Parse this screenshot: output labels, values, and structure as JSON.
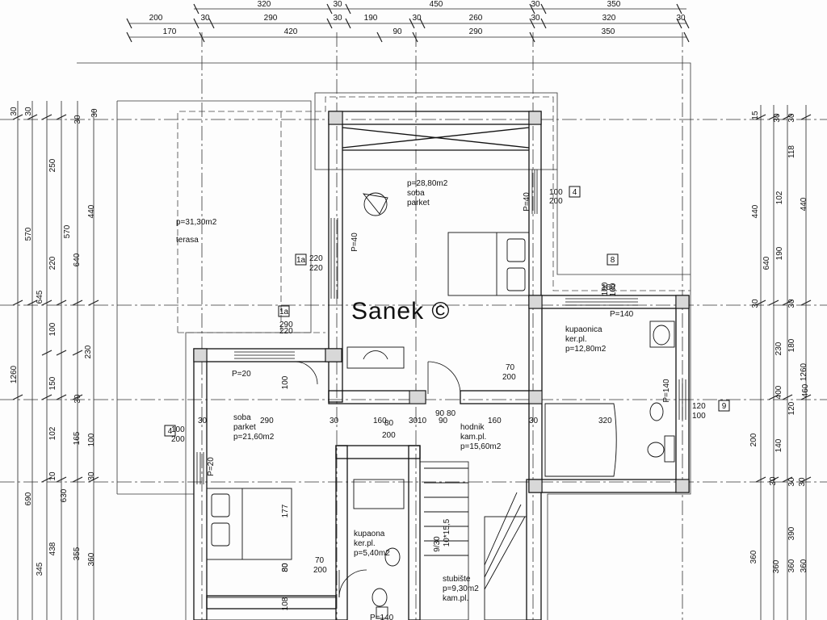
{
  "dimensions": {
    "top": {
      "row1": [
        "320",
        "30",
        "450",
        "30",
        "350"
      ],
      "row2": [
        "200",
        "30",
        "290",
        "30",
        "190",
        "30",
        "260",
        "30",
        "320",
        "30"
      ],
      "row3": [
        "170",
        "420",
        "90",
        "290",
        "350"
      ]
    },
    "left": {
      "col1": [
        "30",
        "30",
        "570",
        "1260",
        "690",
        "345"
      ],
      "col2": [
        "250",
        "220",
        "645",
        "100",
        "150",
        "102",
        "10",
        "630",
        "438"
      ],
      "col3": [
        "30",
        "570",
        "640",
        "230",
        "30",
        "165",
        "355"
      ],
      "col4": [
        "30",
        "440",
        "100",
        "30",
        "360"
      ]
    },
    "right": {
      "col1": [
        "15",
        "440",
        "640",
        "30",
        "360"
      ],
      "col2": [
        "30",
        "102",
        "190",
        "230",
        "400",
        "140",
        "200",
        "30",
        "360"
      ],
      "col3": [
        "30",
        "118",
        "30",
        "180",
        "120",
        "30",
        "390",
        "360"
      ],
      "col4": [
        "440",
        "1260",
        "460",
        "30",
        "360"
      ]
    }
  },
  "rooms": [
    {
      "area": "p=28,80m2",
      "name": "soba",
      "floor": "parket"
    },
    {
      "area": "p=31,30m2",
      "name": "terasa"
    },
    {
      "name": "kupaonica",
      "floor": "ker.pl.",
      "area": "p=12,80m2"
    },
    {
      "name": "soba",
      "floor": "parket",
      "area": "p=21,60m2"
    },
    {
      "name": "hodnik",
      "floor": "kam.pl.",
      "area": "p=15,60m2"
    },
    {
      "name": "kupaona",
      "floor": "ker.pl.",
      "area": "p=5,40m2"
    },
    {
      "name": "stubište",
      "area": "p=9,30m2",
      "floor": "kam.pl."
    }
  ],
  "plan_labels": {
    "walls": [
      "P=40",
      "P=20",
      "P=140",
      "P=20",
      "P=140",
      "P=40",
      "P=140"
    ],
    "openings": [
      "100",
      "200",
      "220",
      "220",
      "290",
      "220",
      "70",
      "200",
      "120",
      "100",
      "100",
      "200",
      "70",
      "200",
      "200",
      "100",
      "160",
      "100",
      "100",
      "80"
    ],
    "inner_dims": [
      "30",
      "290",
      "30",
      "160",
      "80",
      "30",
      "10",
      "90",
      "160",
      "320",
      "80",
      "90",
      "30",
      "177",
      "80",
      "108"
    ],
    "stair": [
      "9/30",
      "10*15,5"
    ],
    "tags": [
      "4",
      "1a",
      "1a",
      "8",
      "4",
      "9"
    ]
  },
  "watermark": "Sanek ©"
}
